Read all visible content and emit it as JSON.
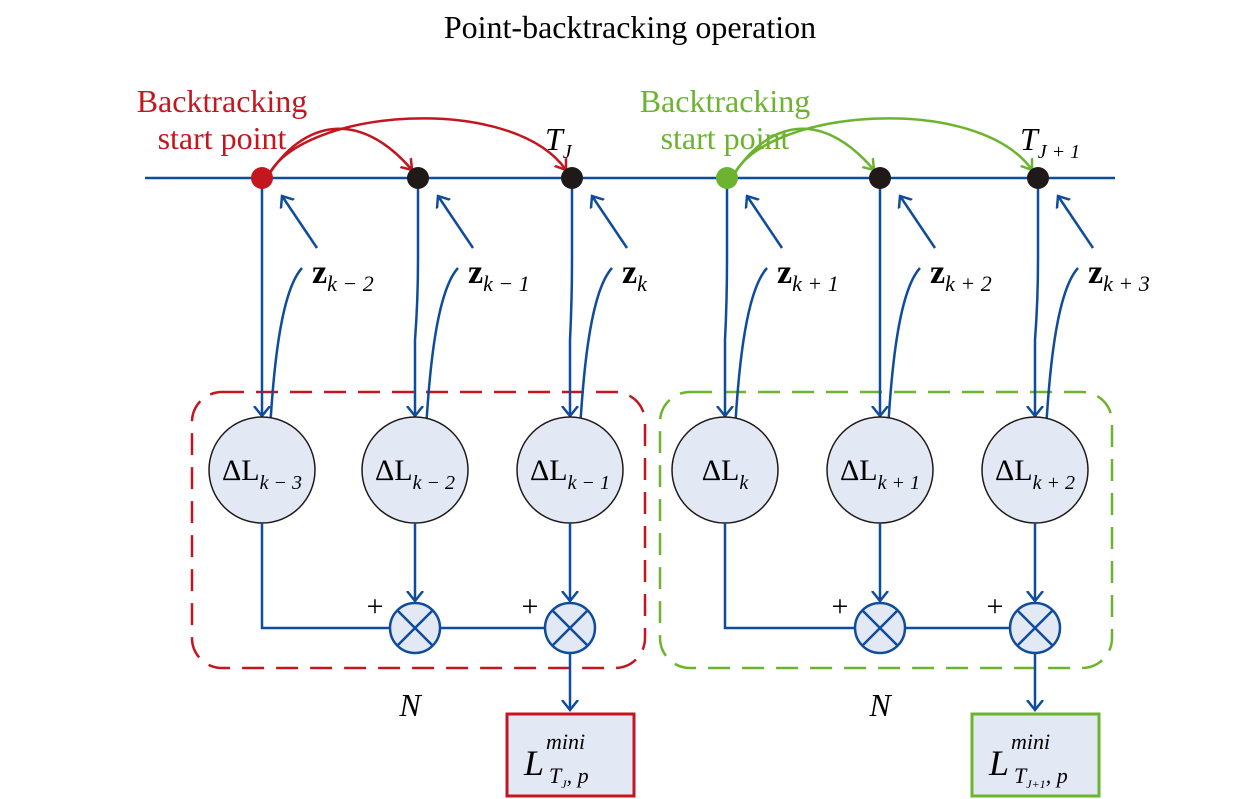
{
  "title": "Point-backtracking operation",
  "colors": {
    "line": "#0f4c9c",
    "red": "#c3161f",
    "green": "#6cb42f",
    "node": "#1f1a17",
    "circle_fill": "#e3e8f5"
  },
  "groups": [
    {
      "start_label": [
        "Backtracking",
        "start point"
      ],
      "time_label": "T",
      "time_sub": "J",
      "observations": [
        {
          "base": "z",
          "sub": "k − 2"
        },
        {
          "base": "z",
          "sub": "k − 1"
        },
        {
          "base": "z",
          "sub": "k"
        }
      ],
      "losses": [
        {
          "base": "ΔL",
          "sub": "k − 3"
        },
        {
          "base": "ΔL",
          "sub": "k − 2"
        },
        {
          "base": "ΔL",
          "sub": "k − 1"
        }
      ],
      "plus": "+",
      "window_label": "N",
      "output": {
        "base": "L",
        "sup": "mini",
        "sub_t": "T",
        "sub_j": "J",
        "sub_rest": ", p"
      }
    },
    {
      "start_label": [
        "Backtracking",
        "start point"
      ],
      "time_label": "T",
      "time_sub": "J + 1",
      "observations": [
        {
          "base": "z",
          "sub": "k + 1"
        },
        {
          "base": "z",
          "sub": "k + 2"
        },
        {
          "base": "z",
          "sub": "k + 3"
        }
      ],
      "losses": [
        {
          "base": "ΔL",
          "sub": "k"
        },
        {
          "base": "ΔL",
          "sub": "k + 1"
        },
        {
          "base": "ΔL",
          "sub": "k + 2"
        }
      ],
      "plus": "+",
      "window_label": "N",
      "output": {
        "base": "L",
        "sup": "mini",
        "sub_t": "T",
        "sub_j": "J+1",
        "sub_rest": ", p"
      }
    }
  ]
}
